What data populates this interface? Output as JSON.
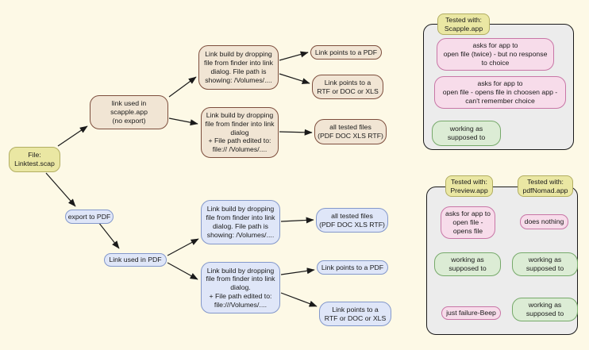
{
  "colors": {
    "background": "#fdf9e6",
    "text": "#1a1a1a",
    "arrow": "#1a1a1a",
    "yellow_fill": "#eae7a3",
    "yellow_border": "#b2ae62",
    "tan_fill": "#f1e5d4",
    "tan_border": "#7d4e3d",
    "blue_fill": "#dfe6f8",
    "blue_border": "#8398cb",
    "pink_fill": "#f7dcea",
    "pink_border": "#c876a6",
    "green_fill": "#dcecd5",
    "green_border": "#76a96a",
    "panel_fill": "#ececec",
    "panel_border": "#1a1a1a"
  },
  "nodes": {
    "file": {
      "text": "File:\nLinktest.scap"
    },
    "scapple_use": {
      "text": "link used in\nscapple.app\n(no export)"
    },
    "tan_detail_showing": {
      "text": "Link build by dropping\nfile from finder into link\ndialog. File path is\nshowing: /Volumes/...."
    },
    "tan_detail_edited": {
      "text": "Link build by dropping\nfile from finder into link\ndialog\n+ File path edited to:\nfile:// /Volumes/...."
    },
    "out_pdf_top": {
      "text": "Link points to a PDF"
    },
    "out_rtf_top": {
      "text": "Link points to a\nRTF or DOC or XLS"
    },
    "out_all_top": {
      "text": "all tested files\n(PDF DOC XLS RTF)"
    },
    "export_pdf": {
      "text": "export to PDF"
    },
    "pdf_use": {
      "text": "Link used in PDF"
    },
    "blue_detail_showing": {
      "text": "Link build by dropping\nfile from finder into link\ndialog. File path is\nshowing: /Volumes/...."
    },
    "blue_detail_edited": {
      "text": "Link build by dropping\nfile from finder into link\ndialog.\n+ File path edited to:\nfile:///Volumes/...."
    },
    "out_all_bot": {
      "text": "all tested files\n(PDF DOC XLS RTF)"
    },
    "out_pdf_bot": {
      "text": "Link points to a PDF"
    },
    "out_rtf_bot": {
      "text": "Link points to a\nRTF or DOC or XLS"
    }
  },
  "panels": {
    "scapple": {
      "label": "Tested with:\nScapple.app",
      "r1": "asks for app to\nopen file (twice) - but no response\nto choice",
      "r2": "asks for app to\nopen file - opens file in choosen app -\ncan't remember choice",
      "r3": "working as\nsupposed to"
    },
    "pdf_viewers": {
      "preview_label": "Tested with:\nPreview.app",
      "pdfnomad_label": "Tested with:\npdfNomad.app",
      "preview_r1": "asks for app to\nopen file -\nopens file",
      "pdfnomad_r1": "does nothing",
      "preview_r2": "working as\nsupposed to",
      "pdfnomad_r2": "working as\nsupposed to",
      "preview_r3": "just failure-Beep",
      "pdfnomad_r3": "working as\nsupposed to"
    }
  }
}
